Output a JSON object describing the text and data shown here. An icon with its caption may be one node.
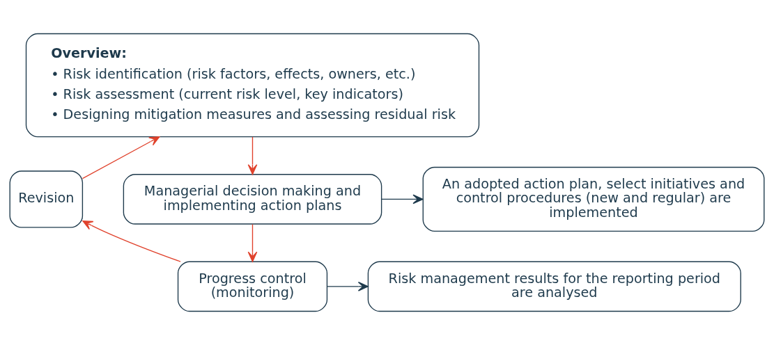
{
  "diagram": {
    "nodes": [
      {
        "text": [
          "Overview:",
          "• Risk identification (risk factors, effects, owners, etc.)",
          "• Risk assessment (current risk level, key indicators)",
          "• Designing mitigation measures and assessing residual risk"
        ]
      },
      {
        "text": [
          "Managerial decision making and implementing action plans"
        ]
      },
      {
        "text": [
          "An adopted action plan, select initiatives and control procedures (new and regular) are implemented"
        ]
      },
      {
        "text": [
          "Progress control (monitoring)"
        ]
      },
      {
        "text": [
          "Risk management results for the reporting period are analysed"
        ]
      },
      {
        "text": [
          "Revision"
        ]
      }
    ],
    "edges": [
      {
        "from": 0,
        "to": 1,
        "arrow": "to"
      },
      {
        "from": 1,
        "to": 2,
        "arrow": "to",
        "color": "#1e3a4c"
      },
      {
        "from": 1,
        "to": 3,
        "arrow": "to"
      },
      {
        "from": 3,
        "to": 4,
        "arrow": "to",
        "color": "#1e3a4c"
      },
      {
        "from": 3,
        "to": 5,
        "arrow": "to"
      },
      {
        "from": 5,
        "to": 0,
        "arrow": "to"
      }
    ]
  }
}
